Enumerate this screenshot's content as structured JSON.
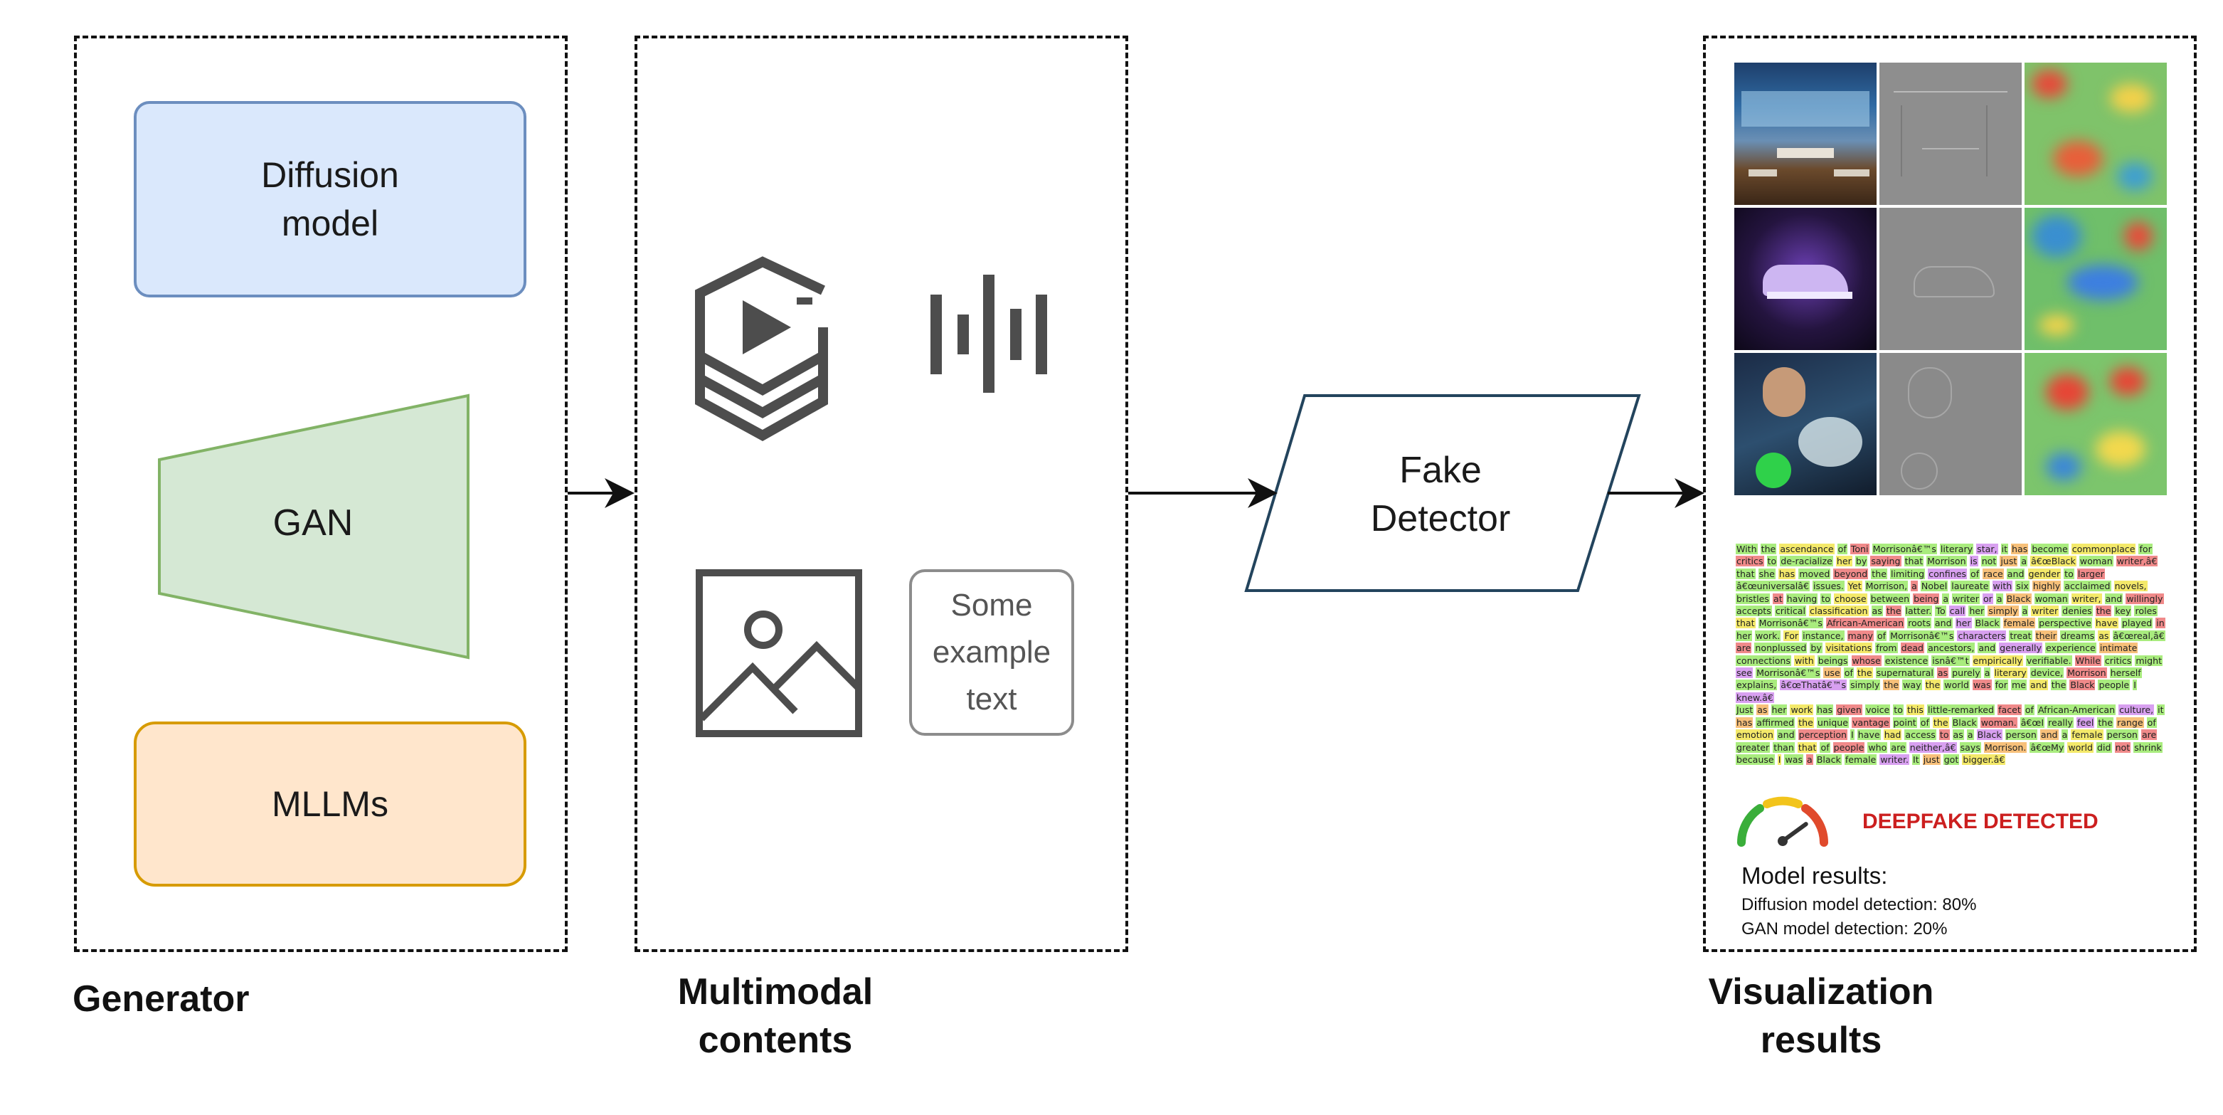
{
  "sections": {
    "generator": "Generator",
    "multimodal_line1": "Multimodal",
    "multimodal_line2": "contents",
    "visualization_line1": "Visualization",
    "visualization_line2": "results"
  },
  "generators": {
    "diffusion_line1": "Diffusion",
    "diffusion_line2": "model",
    "gan": "GAN",
    "mllms": "MLLMs"
  },
  "modalities": {
    "video_icon": "video-play-icon",
    "audio_icon": "audio-waveform-icon",
    "image_icon": "image-icon",
    "text_line1": "Some",
    "text_line2": "example",
    "text_line3": "text"
  },
  "detector": {
    "line1": "Fake",
    "line2": "Detector"
  },
  "results": {
    "image_rows": [
      "restaurant",
      "sneaker",
      "scientist"
    ],
    "image_columns": [
      "original",
      "edge-map",
      "heatmap"
    ],
    "alert": "DEEPFAKE DETECTED",
    "model_results_title": "Model results:",
    "diffusion_detection": "Diffusion model detection: 80%",
    "gan_detection": "GAN model detection: 20%",
    "gauge_level": 0.8,
    "highlighted_text": [
      "With the ascendance of Toni Morrisonâ€™s literary star, it has become commonplace for critics to de-racialize her by saying that Morrison is not just a â€œBlack woman writer,â€ that she has moved beyond the limiting confines of race and gender to larger â€œuniversalâ€ issues. Yet Morrison, a Nobel laureate with six highly acclaimed novels, bristles at having to choose between being a writer or a Black woman writer, and willingly accepts critical classification as the latter. To call her simply a writer denies the key roles that Morrisonâ€™s African-American roots and her Black female perspective have played in her work. For instance, many of Morrisonâ€™s characters treat their dreams as â€œreal,â€ are nonplussed by visitations from dead ancestors, and generally experience intimate connections with beings whose existence isnâ€™t empirically verifiable. While critics might see Morrisonâ€™s use of the supernatural as purely a literary device, Morrison herself explains, â€œThatâ€™s simply the way the world was for me and the Black people I knew.â€",
      "Just as her work has given voice to this little-remarked facet of African-American culture, it has affirmed the unique vantage point of the Black woman. â€œI really feel the range of emotion and perception I have had access to as a Black person and a female person are greater than that of people who are neither,â€ says Morrison. â€œMy world did not shrink because I was a Black female writer. It just got bigger.â€"
    ]
  },
  "colors": {
    "diffusion_fill": "#dae8fc",
    "diffusion_stroke": "#6c8ebf",
    "gan_fill": "#d5e8d4",
    "gan_stroke": "#82b366",
    "mllm_fill": "#ffe6cc",
    "mllm_stroke": "#d79b00",
    "detector_stroke": "#23445d",
    "icon_gray": "#4d4d4d",
    "alert_red": "#cc1f1f"
  }
}
